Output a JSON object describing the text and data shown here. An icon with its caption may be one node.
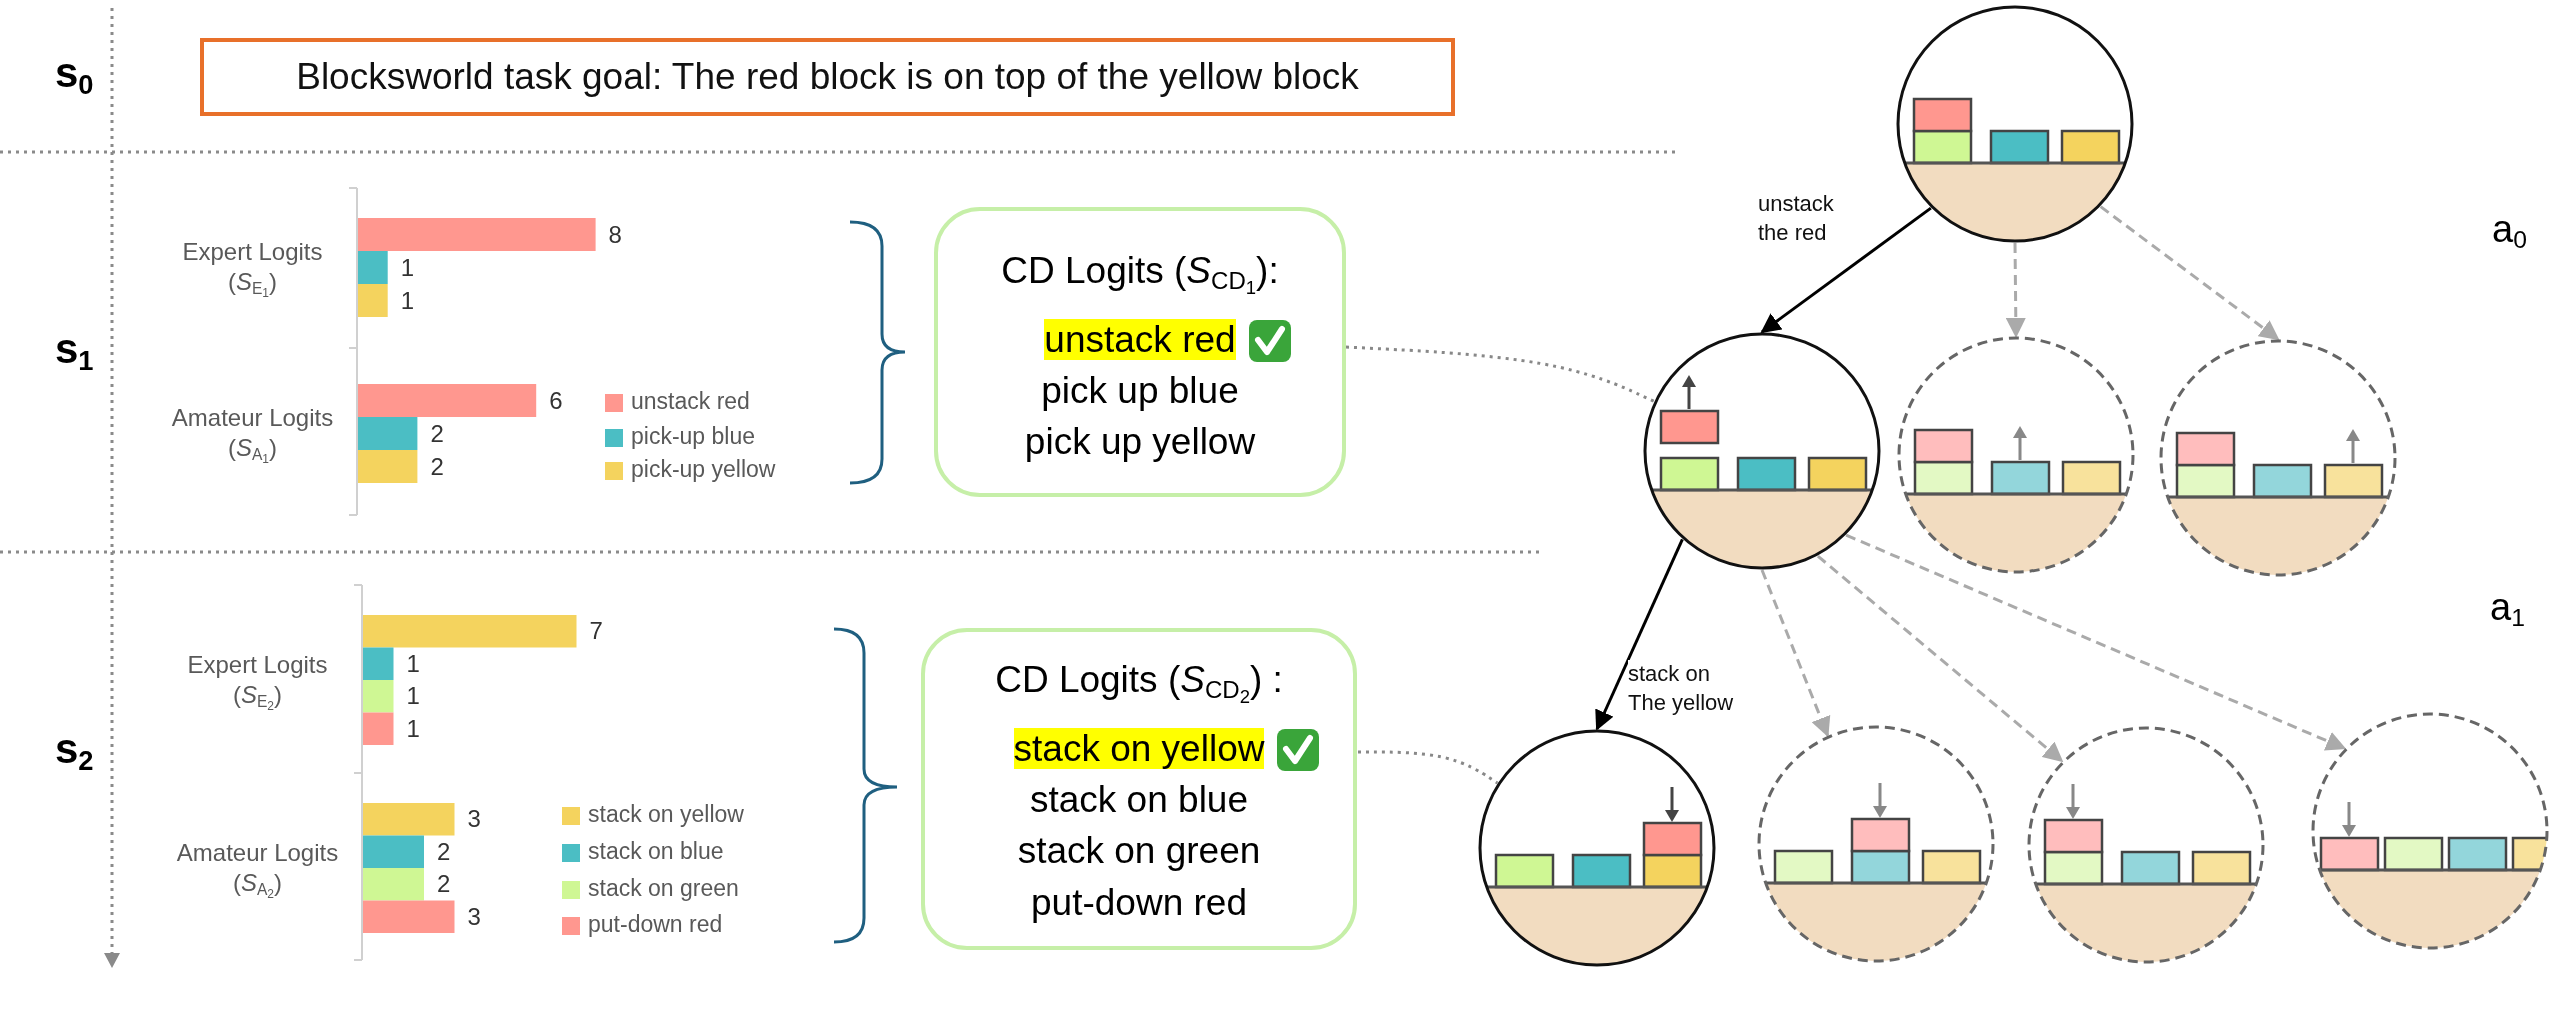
{
  "diagram": {
    "nodes": [
      {
        "text": [
          "Blocksworld task goal: The red block is on top of the yellow block"
        ]
      },
      {
        "text": [
          "CD Logits (*S*$_{CD}$$_{1}$):",
          "unstack red",
          "pick up blue",
          "pick up yellow"
        ]
      },
      {
        "text": [
          "CD Logits (*S*$_{CD}$$_{2}$) :",
          "stack on yellow",
          "stack on blue",
          "stack on green",
          "put-down red"
        ]
      },
      {
        "text": [],
        "shape": "circle"
      },
      {
        "text": [],
        "shape": "circle"
      },
      {
        "text": [],
        "shape": "circle"
      },
      {
        "text": [],
        "shape": "circle"
      },
      {
        "text": [],
        "shape": "circle"
      },
      {
        "text": [],
        "shape": "circle"
      },
      {
        "text": [],
        "shape": "circle"
      },
      {
        "text": [],
        "shape": "circle"
      }
    ],
    "edges": [
      {
        "from": 3,
        "to": 4,
        "arrow": "to",
        "label": "unstack the red",
        "color": "#000000"
      },
      {
        "from": 3,
        "to": 5,
        "arrow": "to",
        "style": "dashed"
      },
      {
        "from": 3,
        "to": 6,
        "arrow": "to",
        "style": "dashed"
      },
      {
        "from": 4,
        "to": 7,
        "arrow": "to",
        "label": "stack on The yellow",
        "color": "#000000"
      },
      {
        "from": 4,
        "to": 8,
        "arrow": "to",
        "style": "dashed"
      },
      {
        "from": 4,
        "to": 9,
        "arrow": "to",
        "style": "dashed"
      },
      {
        "from": 4,
        "to": 10,
        "arrow": "to",
        "style": "dashed"
      },
      {
        "from": 1,
        "to": 4,
        "arrow": "none",
        "style": "dashed",
        "color": "#888888"
      },
      {
        "from": 2,
        "to": 7,
        "arrow": "none",
        "style": "dashed",
        "color": "#888888"
      }
    ],
    "labels": [
      "s$_{0}$",
      "s$_{1}$",
      "s$_{2}$",
      "a$_{0}$",
      "a$_{1}$"
    ],
    "chart_data": [
      {
        "type": "bar",
        "orientation": "horizontal",
        "stacked": false,
        "data_labels": true,
        "legend": "right",
        "categories": [
          "Expert Logits (*S*$_{E}$$_{1}$)",
          "Amateur Logits (*S*$_{A}$$_{1}$)"
        ],
        "series": [
          {
            "name": "unstack red",
            "color": "#ff978f",
            "values": [
              8,
              6
            ]
          },
          {
            "name": "pick-up blue",
            "color": "#4bbec4",
            "values": [
              1,
              2
            ]
          },
          {
            "name": "pick-up yellow",
            "color": "#f4d35e",
            "values": [
              1,
              2
            ]
          }
        ]
      },
      {
        "type": "bar",
        "orientation": "horizontal",
        "stacked": false,
        "data_labels": true,
        "legend": "right",
        "categories": [
          "Expert Logits (*S*$_{E}$$_{2}$)",
          "Amateur Logits (*S*$_{A}$$_{2}$)"
        ],
        "series": [
          {
            "name": "stack on yellow",
            "color": "#f4d35e",
            "values": [
              7,
              3
            ]
          },
          {
            "name": "stack on blue",
            "color": "#4bbec4",
            "values": [
              1,
              2
            ]
          },
          {
            "name": "stack on green",
            "color": "#cff794",
            "values": [
              1,
              2
            ]
          },
          {
            "name": "put-down red",
            "color": "#ff978f",
            "values": [
              1,
              3
            ]
          }
        ]
      }
    ]
  }
}
